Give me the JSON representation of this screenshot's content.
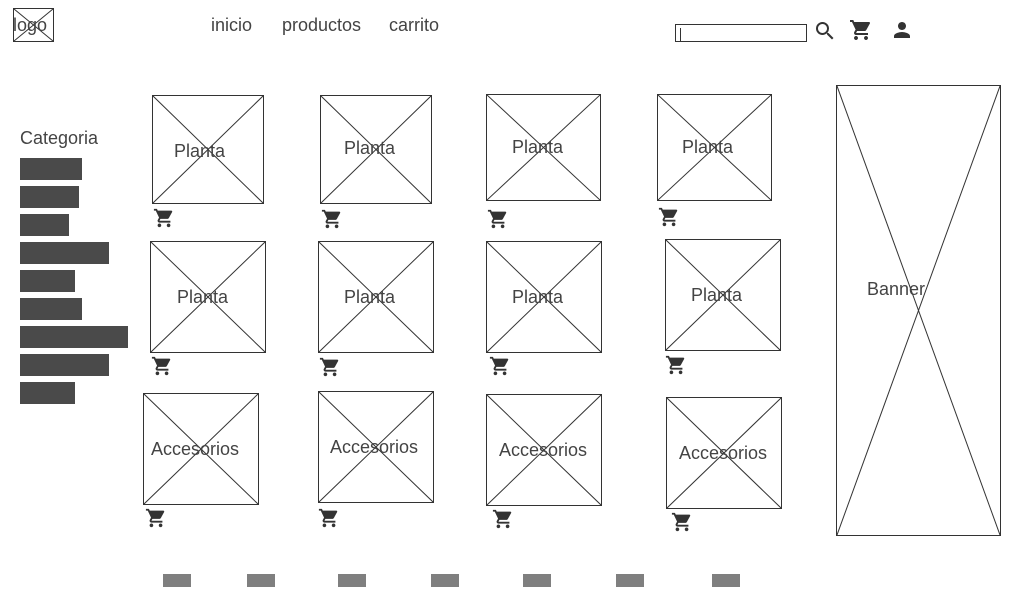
{
  "header": {
    "logo_label": "logo",
    "nav": [
      {
        "label": "inicio"
      },
      {
        "label": "productos"
      },
      {
        "label": "carrito"
      }
    ],
    "search_value": "",
    "icons": [
      "search-icon",
      "cart-icon",
      "user-icon"
    ]
  },
  "sidebar": {
    "title": "Categoria",
    "item_count": 9
  },
  "products": [
    {
      "label": "Planta"
    },
    {
      "label": "Planta"
    },
    {
      "label": "Planta"
    },
    {
      "label": "Planta"
    },
    {
      "label": "Planta"
    },
    {
      "label": "Planta"
    },
    {
      "label": "Planta"
    },
    {
      "label": "Planta"
    },
    {
      "label": "Accesorios"
    },
    {
      "label": "Accesorios"
    },
    {
      "label": "Accesorios"
    },
    {
      "label": "Accesorios"
    }
  ],
  "banner": {
    "label": "Banner"
  },
  "pagination": {
    "count": 7
  },
  "colors": {
    "line": "#333333",
    "bar": "#4a4a4a",
    "page_block": "#7f7f7f"
  }
}
